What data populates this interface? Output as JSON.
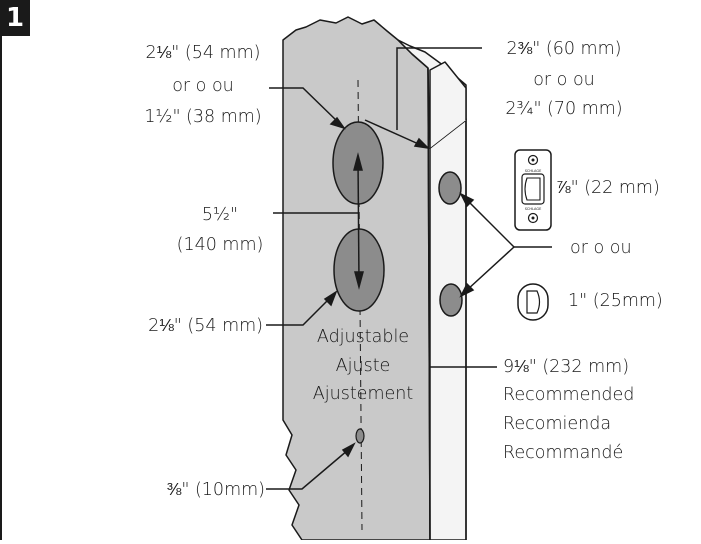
{
  "step_number": "1",
  "labels": {
    "cross_bore_top": [
      "2⅛\" (54 mm)",
      "or  o  ou",
      "1½\" (38 mm)"
    ],
    "backset": [
      "2⅜\" (60 mm)",
      "or  o  ou",
      "2¾\" (70 mm)"
    ],
    "spacing": [
      "5½\"",
      "(140 mm)"
    ],
    "cross_bore_bottom": "2⅛\" (54 mm)",
    "adjustable": [
      "Adjustable",
      "Ajuste",
      "Ajustement"
    ],
    "latch_face_square": "⅞\" (22 mm)",
    "or_choice": "or  o  ou",
    "latch_face_round": "1\" (25mm)",
    "height": [
      "9⅛\" (232 mm)",
      "Recommended",
      "Recomienda",
      "Recommandé"
    ],
    "small_hole": "⅜\" (10mm)"
  },
  "latch_plate_text": [
    "SCHLAGE",
    "SCHLAGE"
  ],
  "colors": {
    "door_face": "#c9c9c9",
    "door_edge": "#f4f4f4",
    "hole": "#8c8c8c",
    "line": "#1a1a1a"
  }
}
